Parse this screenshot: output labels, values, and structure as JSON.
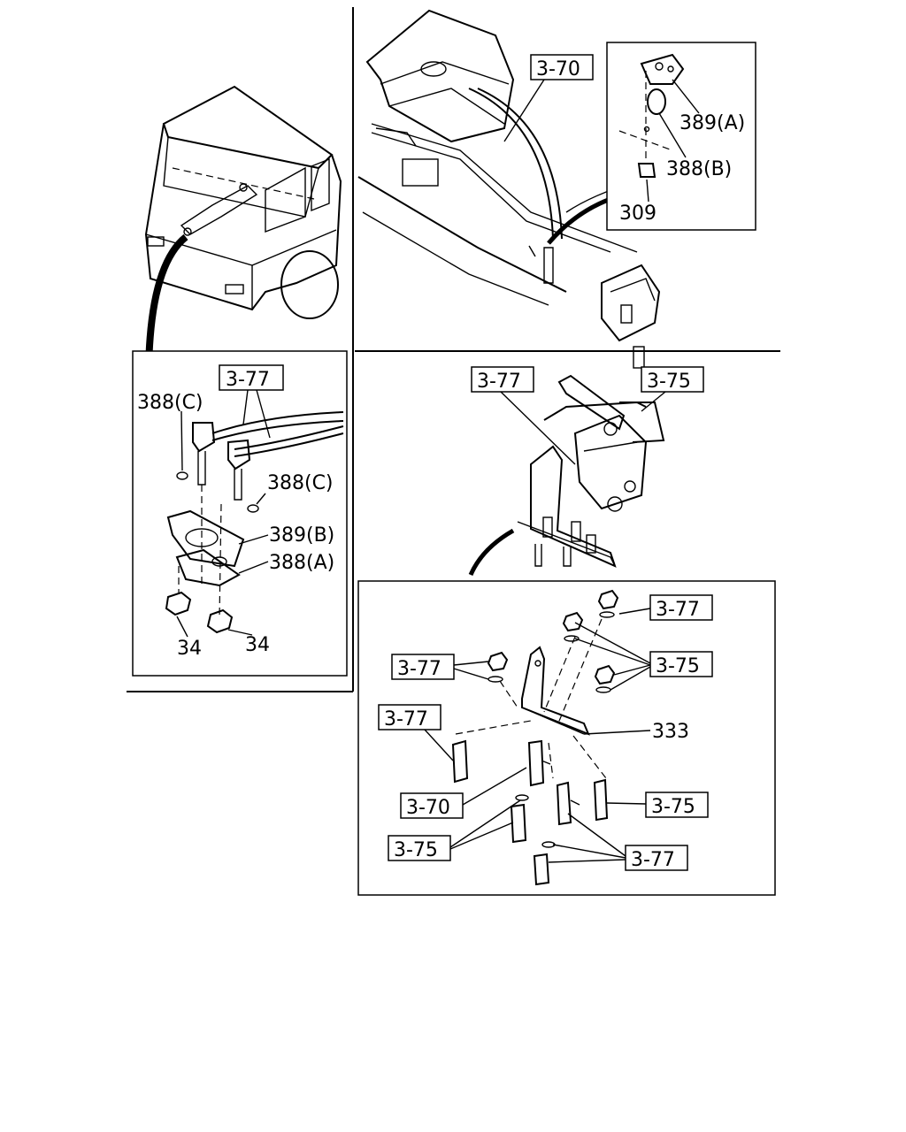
{
  "callouts": {
    "a_3_70": "3-70",
    "b_389A": "389(A)",
    "b_388B": "388(B)",
    "b_309": "309",
    "c_3_77": "3-77",
    "c_388C_1": "388(C)",
    "c_388C_2": "388(C)",
    "c_389B": "389(B)",
    "c_388A": "388(A)",
    "c_34_1": "34",
    "c_34_2": "34",
    "d_3_77": "3-77",
    "d_3_75": "3-75",
    "e_3_77_top": "3-77",
    "e_3_75_top": "3-75",
    "e_3_77_left": "3-77",
    "e_3_77_left2": "3-77",
    "e_333": "333",
    "e_3_70": "3-70",
    "e_3_75_right": "3-75",
    "e_3_75_bottom": "3-75",
    "e_3_77_bottom": "3-77"
  }
}
